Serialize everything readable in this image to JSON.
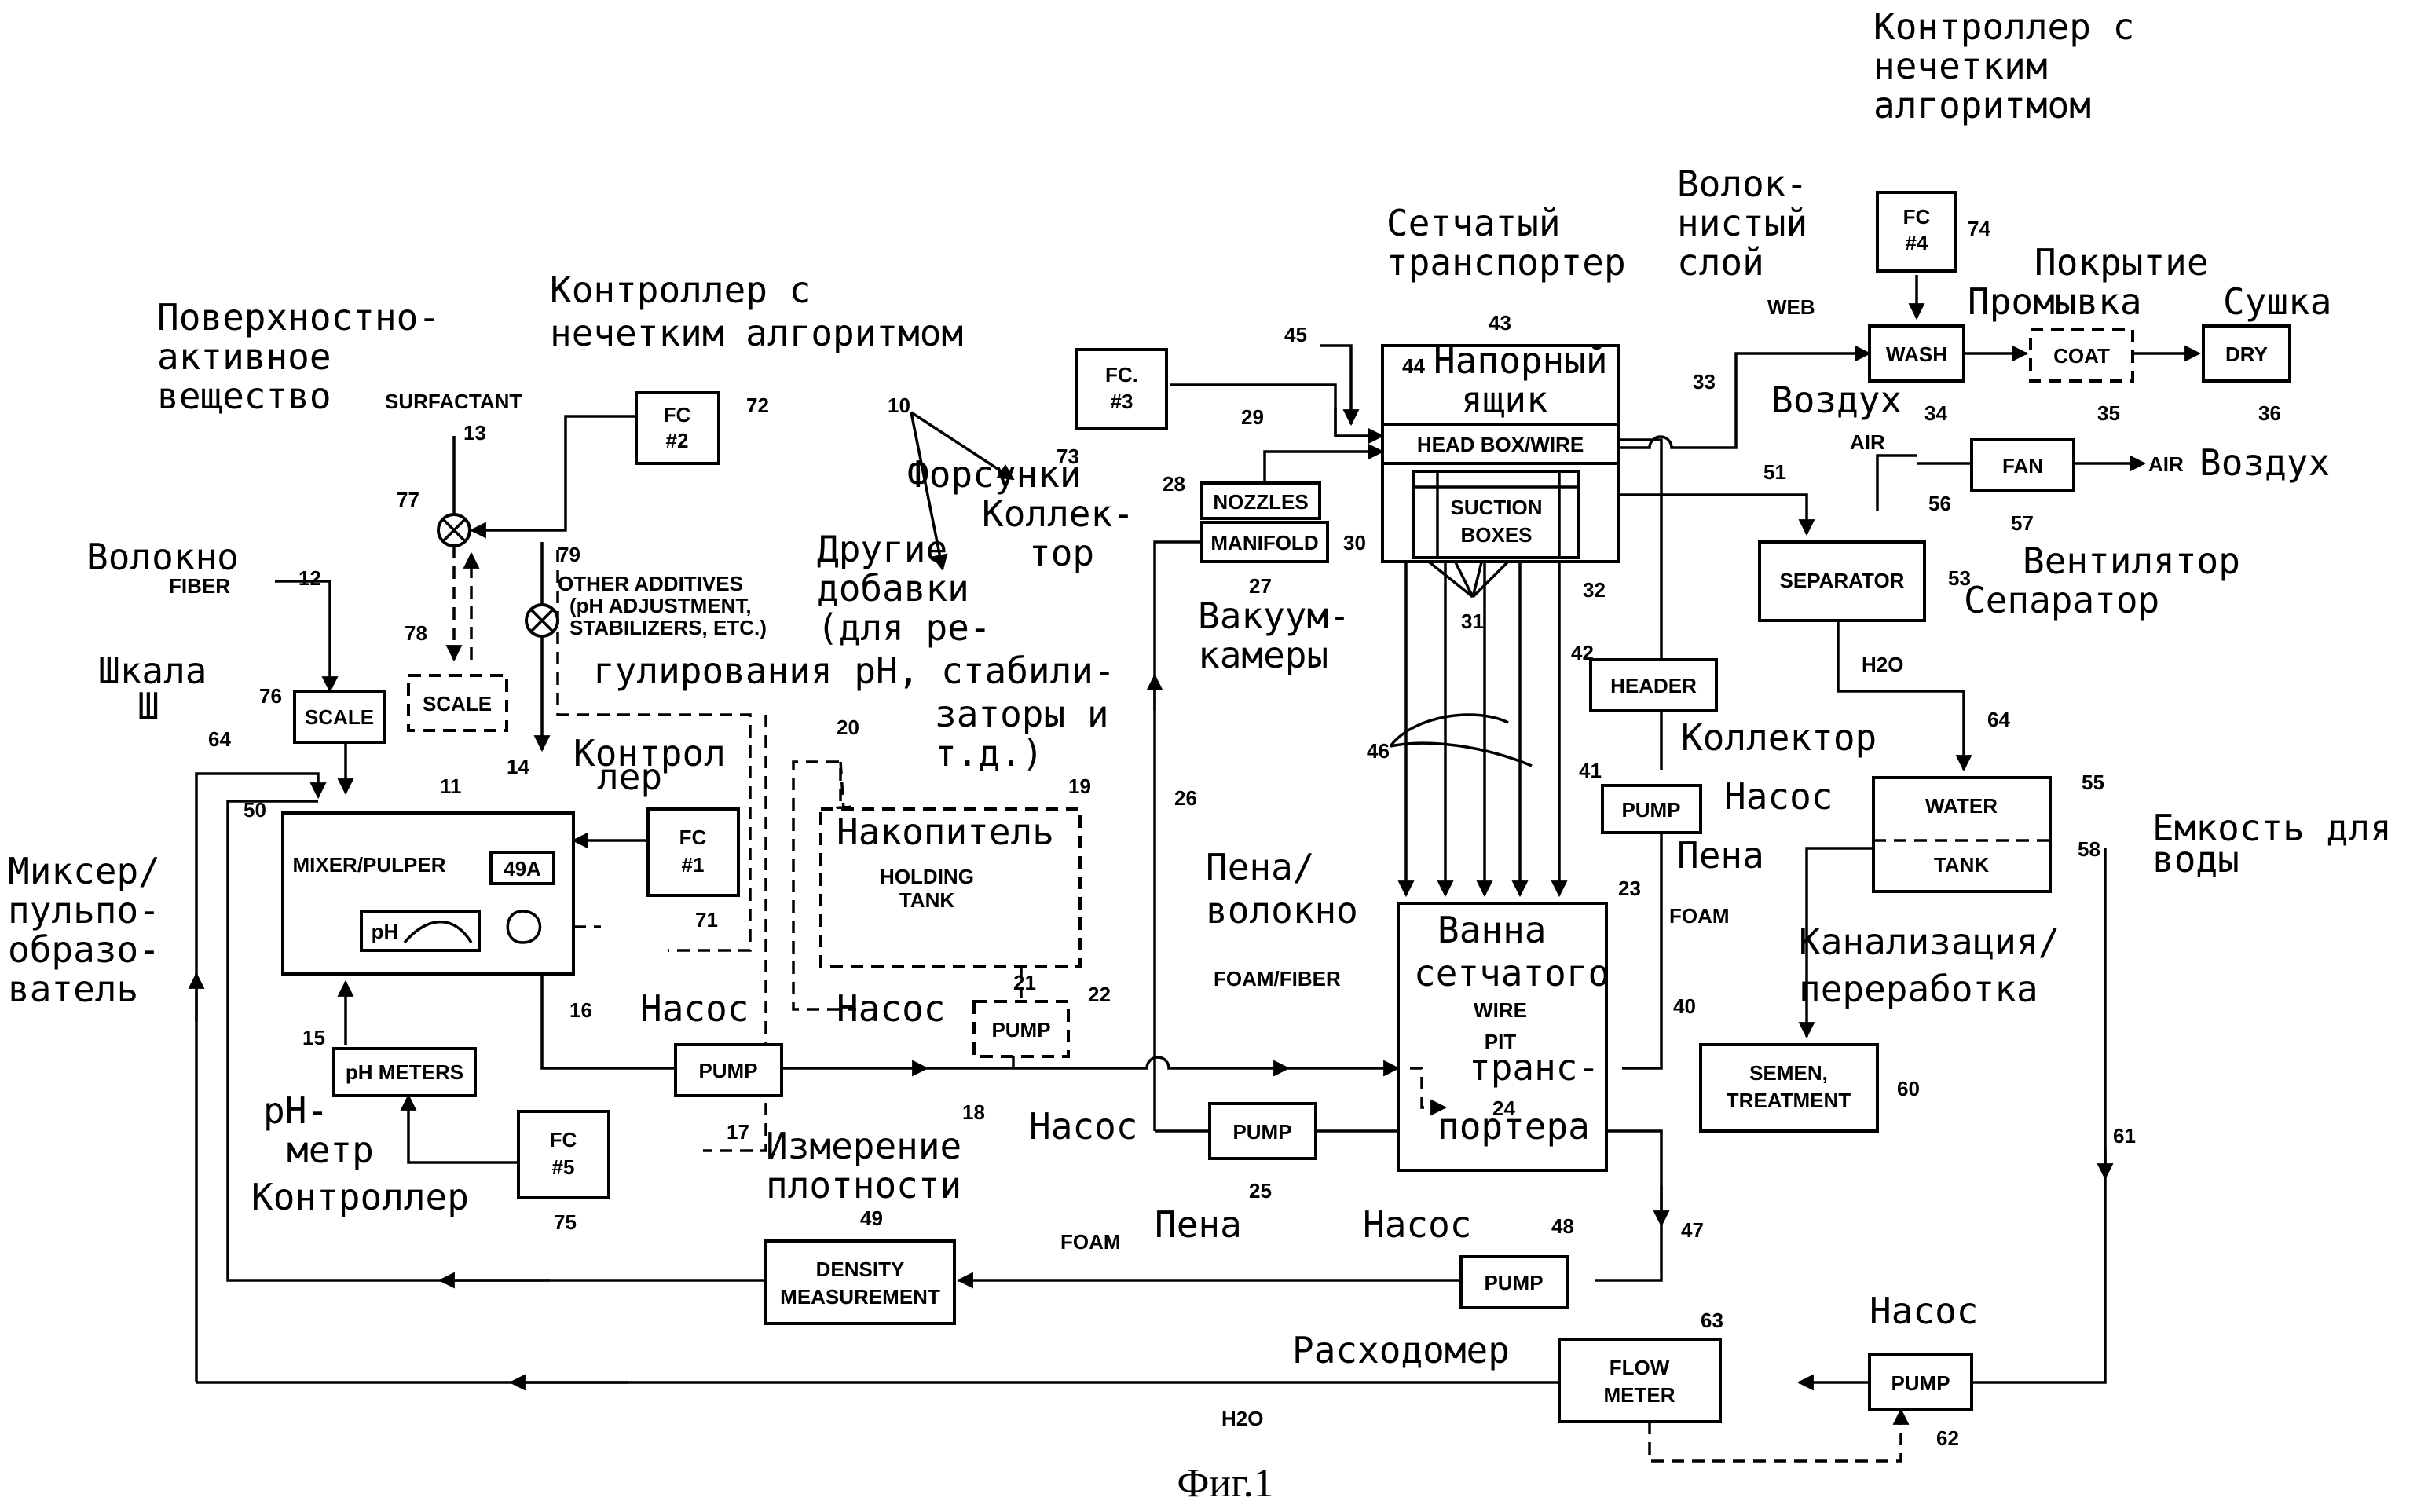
{
  "caption": "Фиг.1",
  "ru_labels": {
    "fc4_ru": [
      "Контроллер с",
      "нечетким",
      "алгоритмом"
    ],
    "fiber_layer_ru": [
      "Волок-",
      "нистый",
      "слой"
    ],
    "wire_conveyor_ru": [
      "Сетчатый",
      "транспортер"
    ],
    "coating_ru": "Покрытие",
    "washing_ru": "Промывка",
    "drying_ru": "Сушка",
    "headbox_ru": [
      "Напорный",
      "ящик"
    ],
    "air_ru_1": "Воздух",
    "air_ru_2": "Воздух",
    "fan_ru": "Вентилятор",
    "separator_ru": "Сепаратор",
    "fc2_ru": [
      "Контроллер с",
      "нечетким алгоритмом"
    ],
    "surfactant_ru": [
      "Поверхностно-",
      "активное",
      "вещество"
    ],
    "nozzles_ru": "Форсунки",
    "manifold_ru": [
      "Коллек-",
      "тор"
    ],
    "other_additives_ru": [
      "Другие",
      "добавки",
      "(для ре-",
      "гулирования pH, стабили-",
      "заторы и",
      "т.д.)"
    ],
    "vacuum_ru": [
      "Вакуум-",
      "камеры"
    ],
    "fiber_ru": "Волокно",
    "scale_ru": [
      "Шкала",
      "Ш"
    ],
    "fc1_ru": [
      "Контрол",
      "лер"
    ],
    "header_ru": "Коллектор",
    "pump41_ru": "Насос",
    "foam41_ru": "Пена",
    "tank_ru": [
      "Емкость для",
      "воды"
    ],
    "mixer_ru": [
      "Миксер/",
      "пульпо-",
      "образо-",
      "ватель"
    ],
    "holding_ru": "Накопитель",
    "foamfiber_ru": [
      "Пена/",
      "волокно"
    ],
    "wirepit_ru": [
      "Ванна",
      "сетчатого",
      "транс-",
      "портера"
    ],
    "sewer_ru": [
      "Канализация/",
      "переработка"
    ],
    "pump17_ru": "Насос",
    "pump22_ru": "Насос",
    "pump25_ru": "Насос",
    "ph_ru": [
      "pH-",
      "метр"
    ],
    "fc5_ru": "Контроллер",
    "density_ru": [
      "Измерение",
      "плотности"
    ],
    "foam_ru": "Пена",
    "pump48_ru": "Насос",
    "pump62_ru": "Насос",
    "flowmeter_ru": "Расходомер"
  },
  "boxes": {
    "fc4": [
      "FC",
      "#4"
    ],
    "wash": "WASH",
    "coat": "COAT",
    "dry": "DRY",
    "fc3": [
      "FC.",
      "#3"
    ],
    "headbox": "HEAD BOX/WIRE",
    "suction": [
      "SUCTION",
      "BOXES"
    ],
    "nozzles": "NOZZLES",
    "manifold": "MANIFOLD",
    "fan": "FAN",
    "separator": "SEPARATOR",
    "fc2": [
      "FC",
      "#2"
    ],
    "scale76": "SCALE",
    "scale78": "SCALE",
    "header": "HEADER",
    "pump41": "PUMP",
    "water_tank": [
      "WATER",
      "TANK"
    ],
    "mixer": "MIXER/PULPER",
    "mixer_tag": "49A",
    "ph_tag": "pH",
    "fc1": [
      "FC",
      "#1"
    ],
    "holding": [
      "HOLDING",
      "TANK"
    ],
    "pump22": "PUMP",
    "wire_pit": [
      "WIRE",
      "PIT"
    ],
    "semen": [
      "SEMEN,",
      "TREATMENT"
    ],
    "pump17": "PUMP",
    "ph_meters": "pH METERS",
    "fc5": [
      "FC",
      "#5"
    ],
    "pump25": "PUMP",
    "density": [
      "DENSITY",
      "MEASUREMENT"
    ],
    "pump48": "PUMP",
    "flowmeter": [
      "FLOW",
      "METER"
    ],
    "pump62": "PUMP"
  },
  "en_labels": {
    "surfactant": "SURFACTANT",
    "fiber": "FIBER",
    "other_additives": [
      "OTHER ADDITIVES",
      "(pH ADJUSTMENT,",
      "STABILIZERS, ETC.)"
    ],
    "web": "WEB",
    "air_in": "AIR",
    "air_out": "AIR",
    "h2o_sep": "H2O",
    "foam_pit": "FOAM",
    "foam_fiber": "FOAM/FIBER",
    "foam_density": "FOAM",
    "h2o_return": "H2O"
  },
  "ref_numbers": {
    "n74": "74",
    "n34": "34",
    "n35": "35",
    "n36": "36",
    "n43": "43",
    "n45": "45",
    "n44": "44",
    "n33": "33",
    "n29": "29",
    "n73": "73",
    "n10": "10",
    "n28": "28",
    "n27": "27",
    "n30": "30",
    "n31": "31",
    "n32": "32",
    "n51": "51",
    "n56": "56",
    "n57": "57",
    "n53": "53",
    "n13": "13",
    "n72": "72",
    "n77": "77",
    "n79": "79",
    "n78": "78",
    "n12": "12",
    "n76": "76",
    "n14": "14",
    "n64a": "64",
    "n50": "50",
    "n11": "11",
    "n42": "42",
    "n64b": "64",
    "n46": "46",
    "n20": "20",
    "n19": "19",
    "n71": "71",
    "n41": "41",
    "n55": "55",
    "n58": "58",
    "n26": "26",
    "n23": "23",
    "n16": "16",
    "n21": "21",
    "n22": "22",
    "n40": "40",
    "n15": "15",
    "n18": "18",
    "n17": "17",
    "n24": "24",
    "n60": "60",
    "n75": "75",
    "n25": "25",
    "n49": "49",
    "n48": "48",
    "n47": "47",
    "n61": "61",
    "n63": "63",
    "n62": "62"
  }
}
